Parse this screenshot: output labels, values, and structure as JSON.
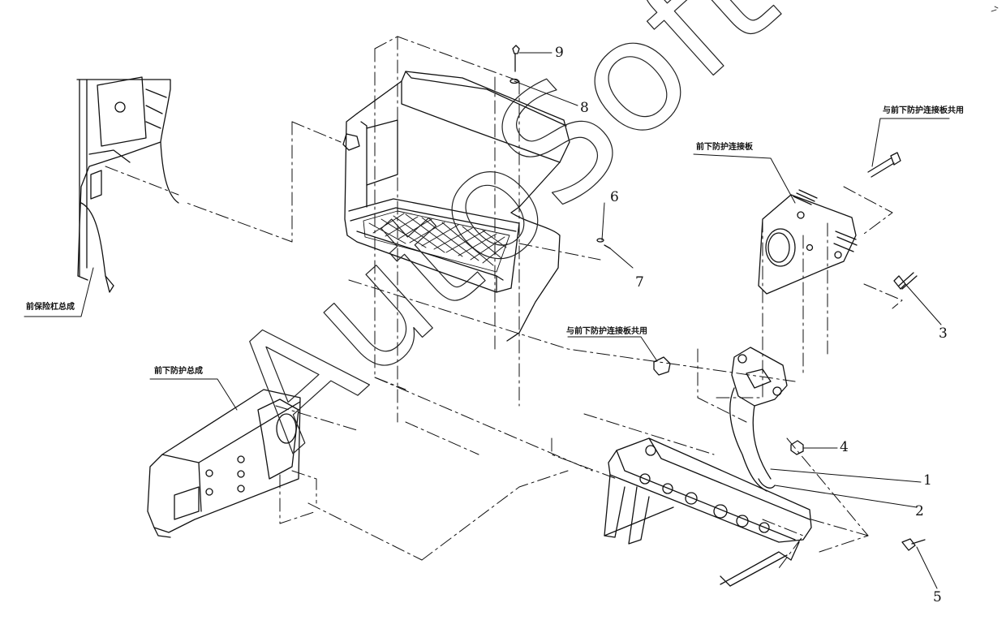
{
  "diagram": {
    "callouts": [
      "1",
      "2",
      "3",
      "4",
      "5",
      "6",
      "7",
      "8",
      "9"
    ],
    "notes": {
      "front_bumper_assembly": "前保险杠总成",
      "lower_guard_assembly": "前下防护总成",
      "lower_guard_connecting_plate": "前下防护连接板",
      "shared_with_plate_right": "与前下防护连接板共用",
      "shared_with_plate_mid": "与前下防护连接板共用"
    },
    "watermark": "AutoSoft"
  }
}
